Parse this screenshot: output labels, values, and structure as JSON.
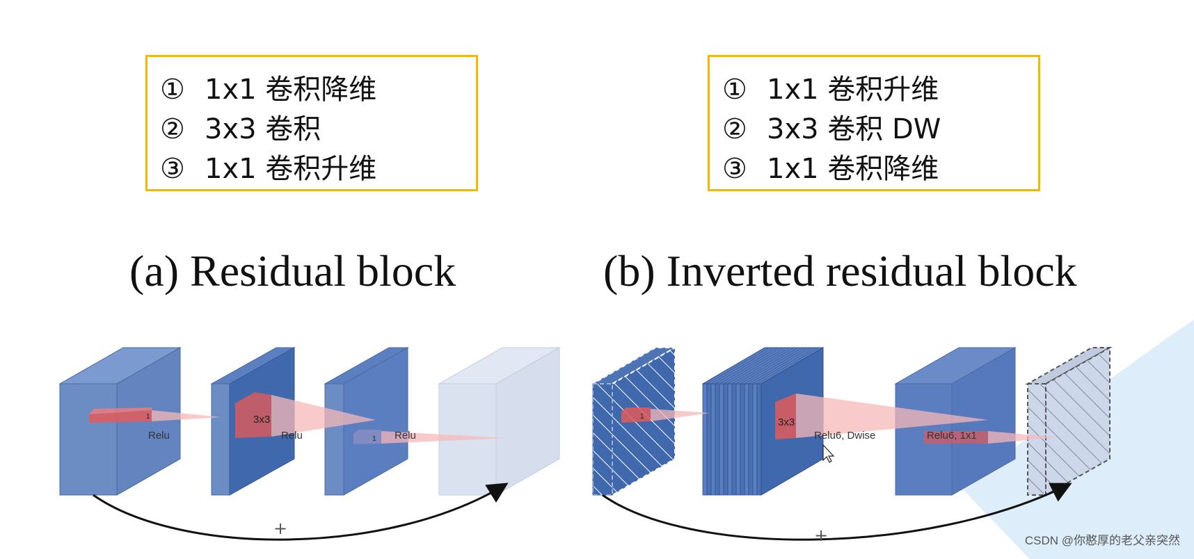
{
  "notes_a": [
    {
      "num": "①",
      "text": "1x1 卷积降维"
    },
    {
      "num": "②",
      "text": "3x3 卷积"
    },
    {
      "num": "③",
      "text": "1x1 卷积升维"
    }
  ],
  "notes_b": [
    {
      "num": "①",
      "text": "1x1 卷积升维"
    },
    {
      "num": "②",
      "text": "3x3 卷积 DW"
    },
    {
      "num": "③",
      "text": "1x1 卷积降维"
    }
  ],
  "captions": {
    "a": "(a) Residual block",
    "b": "(b) Inverted residual block"
  },
  "diagram_a": {
    "kernel_labels": [
      "1",
      "3x3",
      "1"
    ],
    "activation_labels": [
      "Relu",
      "Relu",
      "Relu"
    ],
    "plus_symbol": "+"
  },
  "diagram_b": {
    "kernel_labels": [
      "1",
      "3x3"
    ],
    "activation_labels": [
      "Relu6, Dwise",
      "Relu6, 1x1"
    ],
    "plus_symbol": "+"
  },
  "colors": {
    "box_border": "#f5b800",
    "tensor_blue": "#6b8dc4",
    "tensor_dark_blue": "#3f68ad",
    "tensor_faded": "#dbe2ef",
    "kernel_red": "#e05a5a",
    "kernel_cone": "#f7b8b8"
  },
  "watermark": "CSDN @你憨厚的老父亲突然"
}
